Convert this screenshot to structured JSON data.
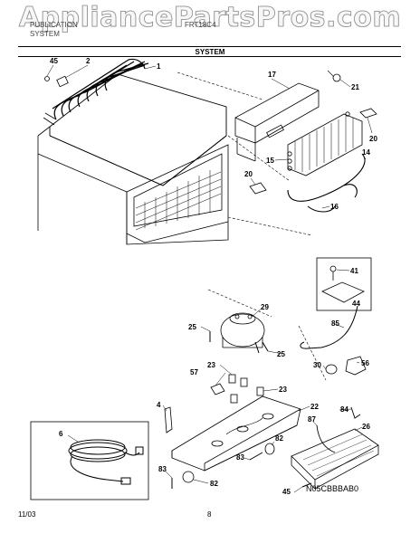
{
  "watermark": "AppliancePartsPros.com",
  "header": {
    "left_line1": "PUBLICATION",
    "left_line2": "SYSTEM",
    "middle": "FRT18C4",
    "title": "SYSTEM"
  },
  "callouts": [
    "45",
    "2",
    "1",
    "17",
    "21",
    "20",
    "15",
    "14",
    "20",
    "16",
    "41",
    "44",
    "29",
    "25",
    "85",
    "25",
    "57",
    "23",
    "30",
    "56",
    "23",
    "4",
    "22",
    "84",
    "87",
    "26",
    "6",
    "82",
    "83",
    "83",
    "82",
    "45"
  ],
  "drawing_code": "N05CBBBAB0",
  "footer": {
    "date": "11/03",
    "page": "8"
  }
}
